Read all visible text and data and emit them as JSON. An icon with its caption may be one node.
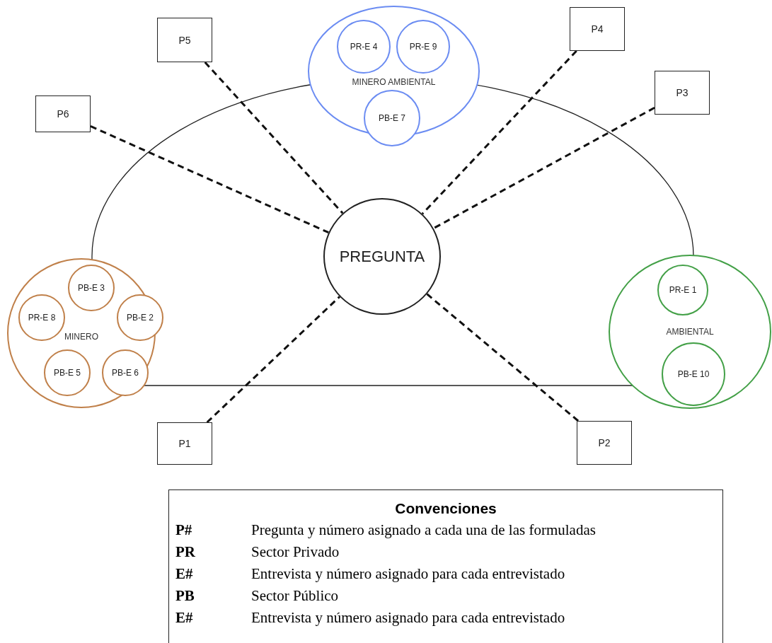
{
  "diagram": {
    "nodes": [
      {
        "text": [
          "MINERO AMBIENTAL"
        ]
      },
      {
        "text": [
          "PR-E 4"
        ],
        "in": 0
      },
      {
        "text": [
          "PR-E 9"
        ],
        "in": 0
      },
      {
        "text": [
          "PB-E 7"
        ],
        "in": 0
      },
      {
        "text": [
          "P4"
        ]
      },
      {
        "text": [
          "P5"
        ]
      },
      {
        "text": [
          "P3"
        ]
      },
      {
        "text": [
          "P6"
        ]
      },
      {
        "text": [
          "PREGUNTA"
        ]
      },
      {
        "text": [
          "MINERO"
        ]
      },
      {
        "text": [
          "PB-E 3"
        ],
        "in": 9
      },
      {
        "text": [
          "PR-E 8"
        ],
        "in": 9
      },
      {
        "text": [
          "PB-E 2"
        ],
        "in": 9
      },
      {
        "text": [
          "PB-E 5"
        ],
        "in": 9
      },
      {
        "text": [
          "PB-E 6"
        ],
        "in": 9
      },
      {
        "text": [
          "AMBIENTAL"
        ]
      },
      {
        "text": [
          "PR-E 1"
        ],
        "in": 15
      },
      {
        "text": [
          "PB-E 10"
        ],
        "in": 15
      },
      {
        "text": [
          "P1"
        ]
      },
      {
        "text": [
          "P2"
        ]
      }
    ],
    "edges": [
      {
        "from": 5,
        "to": 8,
        "arrow": "none",
        "style": "dashed"
      },
      {
        "from": 7,
        "to": 8,
        "arrow": "none",
        "style": "dashed"
      },
      {
        "from": 4,
        "to": 8,
        "arrow": "none",
        "style": "dashed"
      },
      {
        "from": 6,
        "to": 8,
        "arrow": "none",
        "style": "dashed"
      },
      {
        "from": 18,
        "to": 8,
        "arrow": "none",
        "style": "dashed"
      },
      {
        "from": 19,
        "to": 8,
        "arrow": "none",
        "style": "dashed"
      }
    ],
    "labels": [
      "Convenciones",
      "P#",
      "Pregunta y número asignado a cada una de las formuladas",
      "PR",
      "Sector Privado",
      "E#",
      "Entrevista y número asignado para cada entrevistado",
      "PB",
      "Sector Público",
      "E#",
      "Entrevista y número asignado para cada entrevistado"
    ]
  }
}
